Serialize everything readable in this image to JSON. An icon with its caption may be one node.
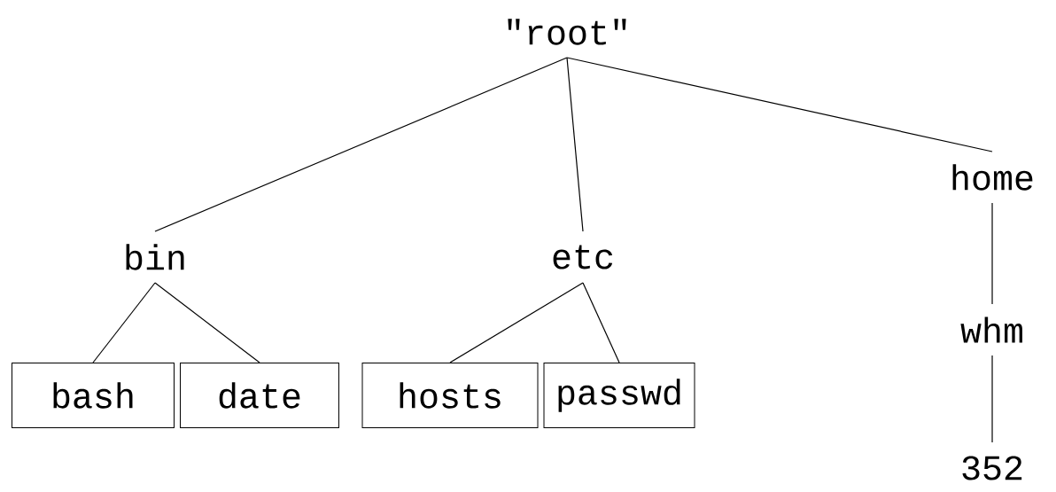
{
  "diagram": {
    "nodes": [
      {
        "text": [
          "\"root\""
        ]
      },
      {
        "text": [
          "bin"
        ]
      },
      {
        "text": [
          "etc"
        ]
      },
      {
        "text": [
          "home"
        ]
      },
      {
        "text": [
          "bash"
        ]
      },
      {
        "text": [
          "date"
        ]
      },
      {
        "text": [
          "hosts"
        ]
      },
      {
        "text": [
          "passwd"
        ]
      },
      {
        "text": [
          "whm"
        ]
      },
      {
        "text": [
          "352"
        ]
      }
    ],
    "edges": [
      {
        "from": 0,
        "to": 1,
        "arrow": "none"
      },
      {
        "from": 0,
        "to": 2,
        "arrow": "none"
      },
      {
        "from": 0,
        "to": 3,
        "arrow": "none"
      },
      {
        "from": 1,
        "to": 4,
        "arrow": "none"
      },
      {
        "from": 1,
        "to": 5,
        "arrow": "none"
      },
      {
        "from": 2,
        "to": 6,
        "arrow": "none"
      },
      {
        "from": 2,
        "to": 7,
        "arrow": "none"
      },
      {
        "from": 3,
        "to": 8,
        "arrow": "none"
      },
      {
        "from": 8,
        "to": 9,
        "arrow": "none"
      }
    ]
  }
}
